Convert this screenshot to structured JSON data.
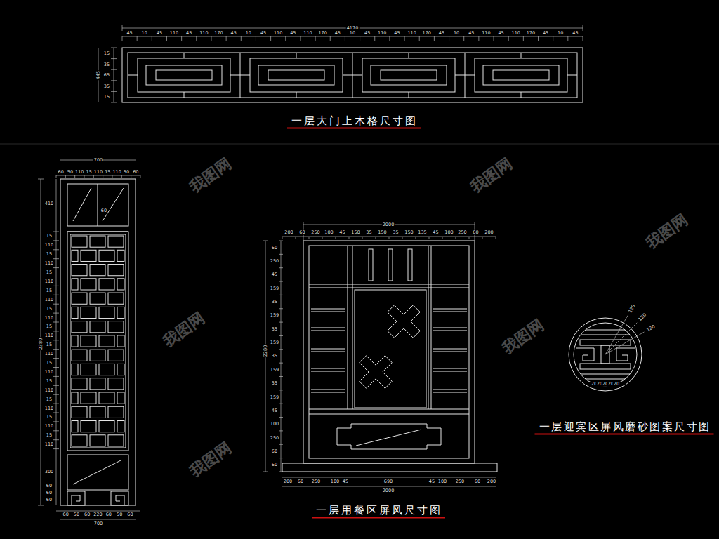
{
  "diagram": {
    "labels": [
      "一层大门上木格尺寸图",
      "一层用餐区屏风尺寸图",
      "一层迎宾区屏风磨砂图案尺寸图",
      "4170",
      "45",
      "10",
      "45",
      "110",
      "45",
      "110",
      "170",
      "45",
      "10",
      "45",
      "110",
      "45",
      "110",
      "170",
      "45",
      "10",
      "45",
      "110",
      "45",
      "110",
      "170",
      "45",
      "10",
      "45",
      "110",
      "45",
      "110",
      "170",
      "45",
      "10",
      "45",
      "15",
      "35",
      "65",
      "35",
      "15",
      "445",
      "700",
      "60",
      "50",
      "110",
      "15",
      "110",
      "15",
      "110",
      "50",
      "60",
      "410",
      "60",
      "15",
      "110",
      "15",
      "110",
      "15",
      "110",
      "15",
      "110",
      "15",
      "110",
      "15",
      "110",
      "15",
      "110",
      "15",
      "110",
      "15",
      "110",
      "15",
      "110",
      "15",
      "110",
      "15",
      "110",
      "300",
      "60",
      "60",
      "60",
      "60",
      "50",
      "60",
      "220",
      "60",
      "50",
      "60",
      "700",
      "2380",
      "2000",
      "200",
      "60",
      "250",
      "100",
      "45",
      "150",
      "35",
      "150",
      "35",
      "150",
      "135",
      "45",
      "100",
      "250",
      "60",
      "200",
      "60",
      "250",
      "45",
      "159",
      "35",
      "159",
      "35",
      "159",
      "35",
      "159",
      "35",
      "159",
      "45",
      "100",
      "250",
      "60",
      "60",
      "2280",
      "200",
      "60",
      "250",
      "100",
      "45",
      "690",
      "45",
      "100",
      "250",
      "60",
      "200",
      "2000",
      "120",
      "120",
      "120",
      "20",
      "20",
      "20",
      "20",
      "20",
      "我图网",
      "我图网",
      "我图网",
      "我图网",
      "我图网",
      "我图网"
    ]
  }
}
